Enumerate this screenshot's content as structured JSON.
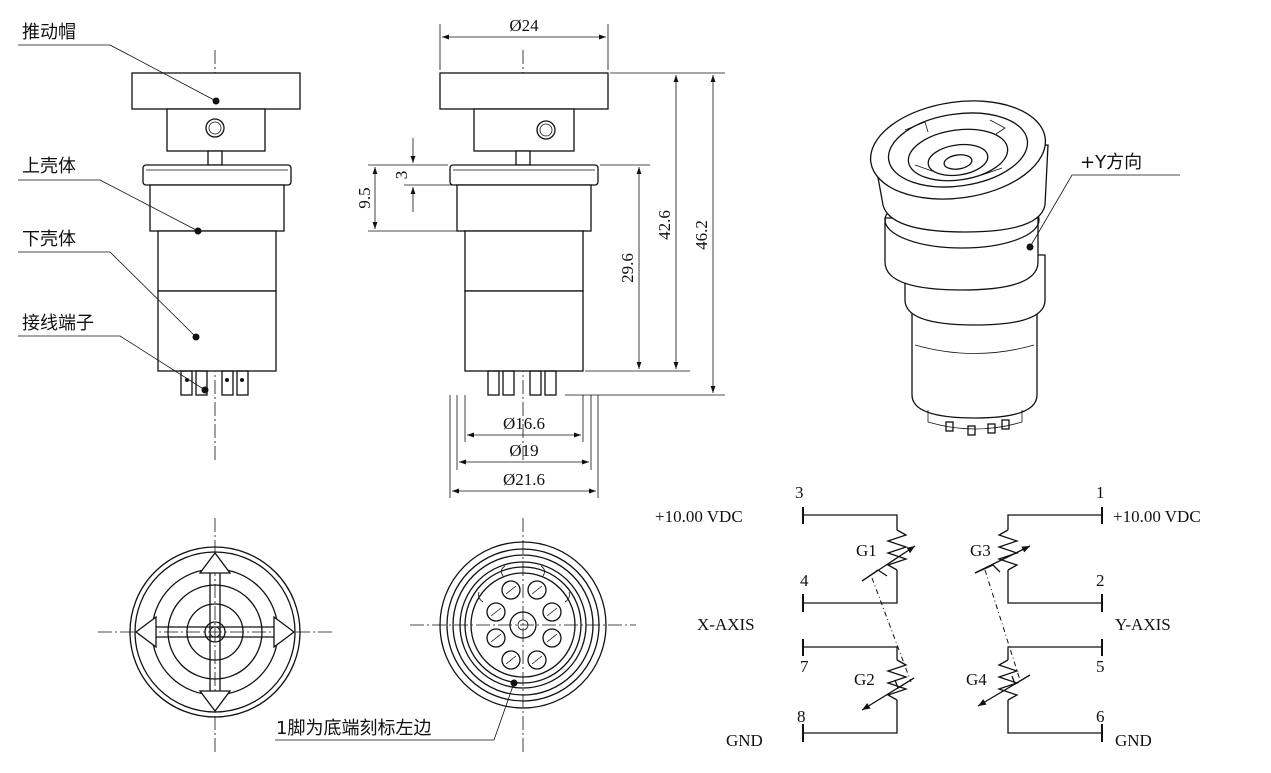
{
  "part_labels": {
    "push_cap": "推动帽",
    "upper_shell": "上壳体",
    "lower_shell": "下壳体",
    "terminal": "接线端子",
    "y_direction": "+Y方向",
    "pin1_note": "1脚为底端刻标左边"
  },
  "dimensions": {
    "d24": "Ø24",
    "d16_6": "Ø16.6",
    "d19": "Ø19",
    "d21_6": "Ø21.6",
    "h3": "3",
    "h9_5": "9.5",
    "h29_6": "29.6",
    "h42_6": "42.6",
    "h46_2": "46.2"
  },
  "schematic": {
    "vdc_left": "+10.00 VDC",
    "vdc_right": "+10.00 VDC",
    "x_axis": "X-AXIS",
    "y_axis": "Y-AXIS",
    "gnd_left": "GND",
    "gnd_right": "GND",
    "pins": {
      "p1": "1",
      "p2": "2",
      "p3": "3",
      "p4": "4",
      "p5": "5",
      "p6": "6",
      "p7": "7",
      "p8": "8"
    },
    "pots": {
      "g1": "G1",
      "g2": "G2",
      "g3": "G3",
      "g4": "G4"
    }
  }
}
